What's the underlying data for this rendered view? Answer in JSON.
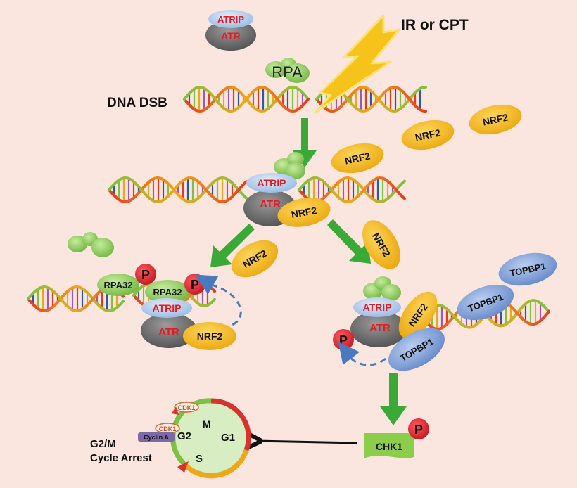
{
  "colors": {
    "background": "#fbe6df",
    "nrf2": "#f6b815",
    "atr": "#6d6d6d",
    "atrip": "#a9c7ea",
    "topbp1": "#7d9fd6",
    "rpa": "#8fcf57",
    "phospho": "#e51b23",
    "arrow_green": "#3aa935",
    "arrow_dashed": "#4a79c0",
    "bolt": "#f6c31a"
  },
  "labels": {
    "ir_cpt": "IR or CPT",
    "dna_dsb": "DNA DSB",
    "atrip": "ATRIP",
    "atr": "ATR",
    "rpa": "RPA",
    "nrf2": "NRF2",
    "rpa32": "RPA32",
    "p": "P",
    "topbp1": "TOPBP1",
    "chk1": "CHK1",
    "g2m_line1": "G2/M",
    "g2m_line2": "Cycle Arrest",
    "cdk1": "CDK1",
    "cyclin_a": "Cyclin A",
    "phase_m": "M",
    "phase_g1": "G1",
    "phase_s": "S",
    "phase_g2": "G2"
  }
}
